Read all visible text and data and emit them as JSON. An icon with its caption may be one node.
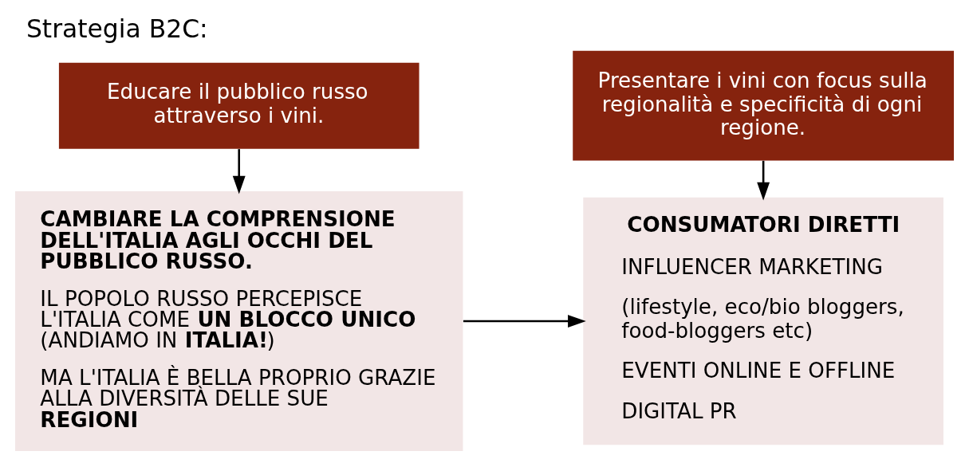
{
  "diagram": {
    "title": "Strategia B2C:",
    "nodes": [
      {
        "text": [
          "Educare il pubblico russo attraverso i vini."
        ]
      },
      {
        "text": [
          "**CAMBIARE LA COMPRENSIONE DELL'ITALIA AGLI OCCHI DEL PUBBLICO RUSSO.**",
          "IL POPOLO RUSSO PERCEPISCE L'ITALIA COME **UN BLOCCO UNICO** (ANDIAMO IN **ITALIA!**)",
          "MA L'ITALIA È BELLA PROPRIO GRAZIE ALLA DIVERSITÀ DELLE SUE **REGIONI**"
        ]
      },
      {
        "text": [
          "Presentare i vini con focus sulla regionalità e specificità di ogni regione."
        ]
      },
      {
        "text": [
          "**CONSUMATORI DIRETTI**",
          "INFLUENCER MARKETING",
          "(lifestyle, eco/bio bloggers, food-bloggers etc)",
          "EVENTI ONLINE E OFFLINE",
          "DIGITAL PR"
        ]
      }
    ],
    "edges": [
      {
        "from": 0,
        "to": 1,
        "arrow": "to"
      },
      {
        "from": 2,
        "to": 3,
        "arrow": "to"
      },
      {
        "from": 1,
        "to": 3,
        "arrow": "to"
      }
    ]
  }
}
